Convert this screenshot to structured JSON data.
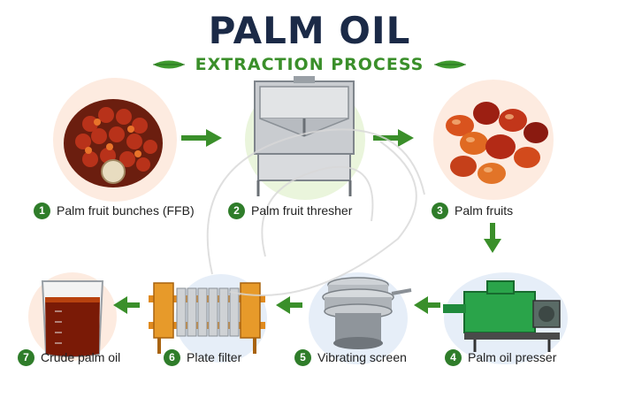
{
  "title": "PALM OIL",
  "subtitle": "EXTRACTION PROCESS",
  "colors": {
    "title": "#1b2a47",
    "accent_green": "#3a8f2a",
    "badge": "#2f7d2a"
  },
  "icons": {
    "step1": "palm-bunch-icon",
    "step2": "thresher-machine-icon",
    "step3": "palm-fruits-icon",
    "step4": "oil-presser-icon",
    "step5": "vibrating-screen-icon",
    "step6": "plate-filter-icon",
    "step7": "oil-beaker-icon"
  },
  "steps": [
    {
      "num": "1",
      "label": "Palm fruit bunches (FFB)"
    },
    {
      "num": "2",
      "label": "Palm fruit thresher"
    },
    {
      "num": "3",
      "label": "Palm fruits"
    },
    {
      "num": "4",
      "label": "Palm oil presser"
    },
    {
      "num": "5",
      "label": "Vibrating screen"
    },
    {
      "num": "6",
      "label": "Plate filter"
    },
    {
      "num": "7",
      "label": "Crude palm oil"
    }
  ]
}
